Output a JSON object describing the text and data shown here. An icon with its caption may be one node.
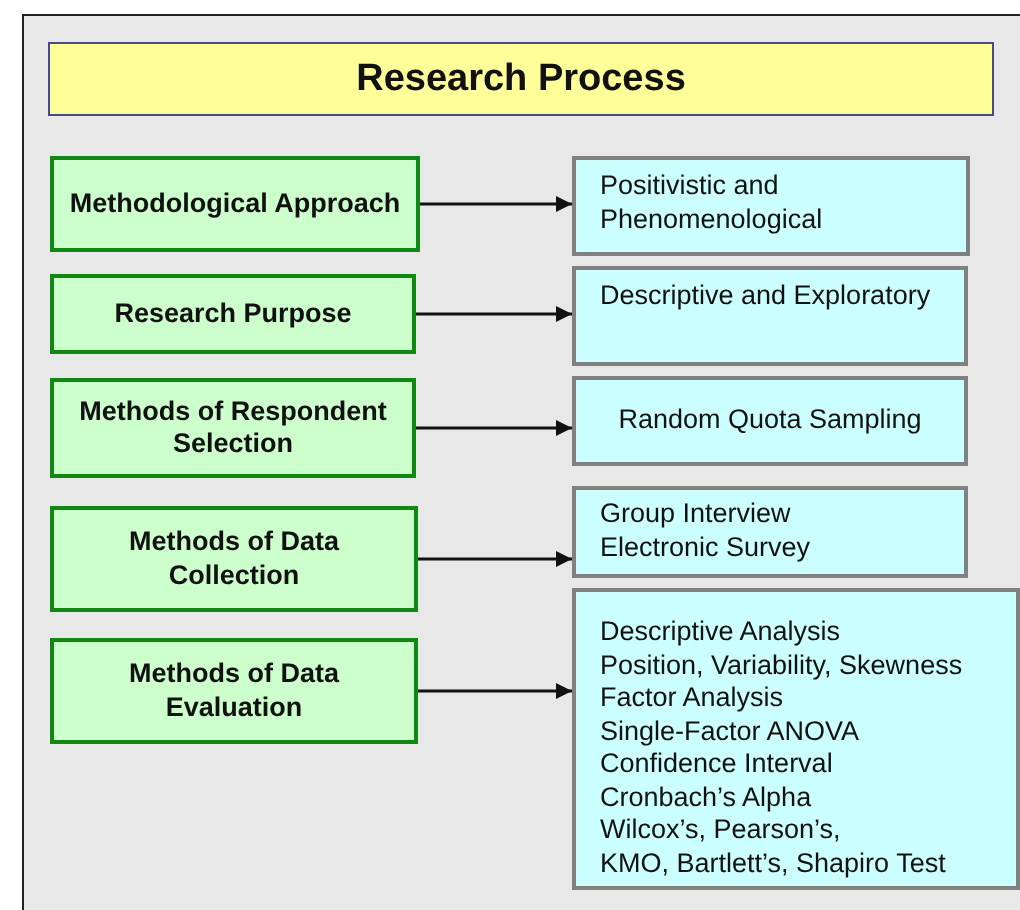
{
  "diagram": {
    "title": "Research Process",
    "nodes": [
      {
        "text": [
          "Methodological Approach"
        ]
      },
      {
        "text": [
          "Research Purpose"
        ]
      },
      {
        "text": [
          "Methods of Respondent Selection"
        ]
      },
      {
        "text": [
          "Methods of Data Collection"
        ]
      },
      {
        "text": [
          "Methods of Data Evaluation"
        ]
      },
      {
        "text": [
          "Positivistic and Phenomenological"
        ]
      },
      {
        "text": [
          "Descriptive and Exploratory"
        ]
      },
      {
        "text": [
          "Random Quota Sampling"
        ]
      },
      {
        "text": [
          "Group Interview",
          "Electronic Survey"
        ]
      },
      {
        "text": [
          "Descriptive Analysis",
          "Position, Variability, Skewness",
          "Factor Analysis",
          "Single-Factor ANOVA",
          "Confidence Interval",
          "Cronbach’s Alpha",
          "Wilcox’s, Pearson’s,",
          "KMO, Bartlett’s, Shapiro Test"
        ]
      }
    ],
    "edges": [
      {
        "from": 0,
        "to": 5,
        "arrow": "to"
      },
      {
        "from": 1,
        "to": 6,
        "arrow": "to"
      },
      {
        "from": 2,
        "to": 7,
        "arrow": "to"
      },
      {
        "from": 3,
        "to": 8,
        "arrow": "to"
      },
      {
        "from": 4,
        "to": 9,
        "arrow": "to"
      }
    ]
  }
}
